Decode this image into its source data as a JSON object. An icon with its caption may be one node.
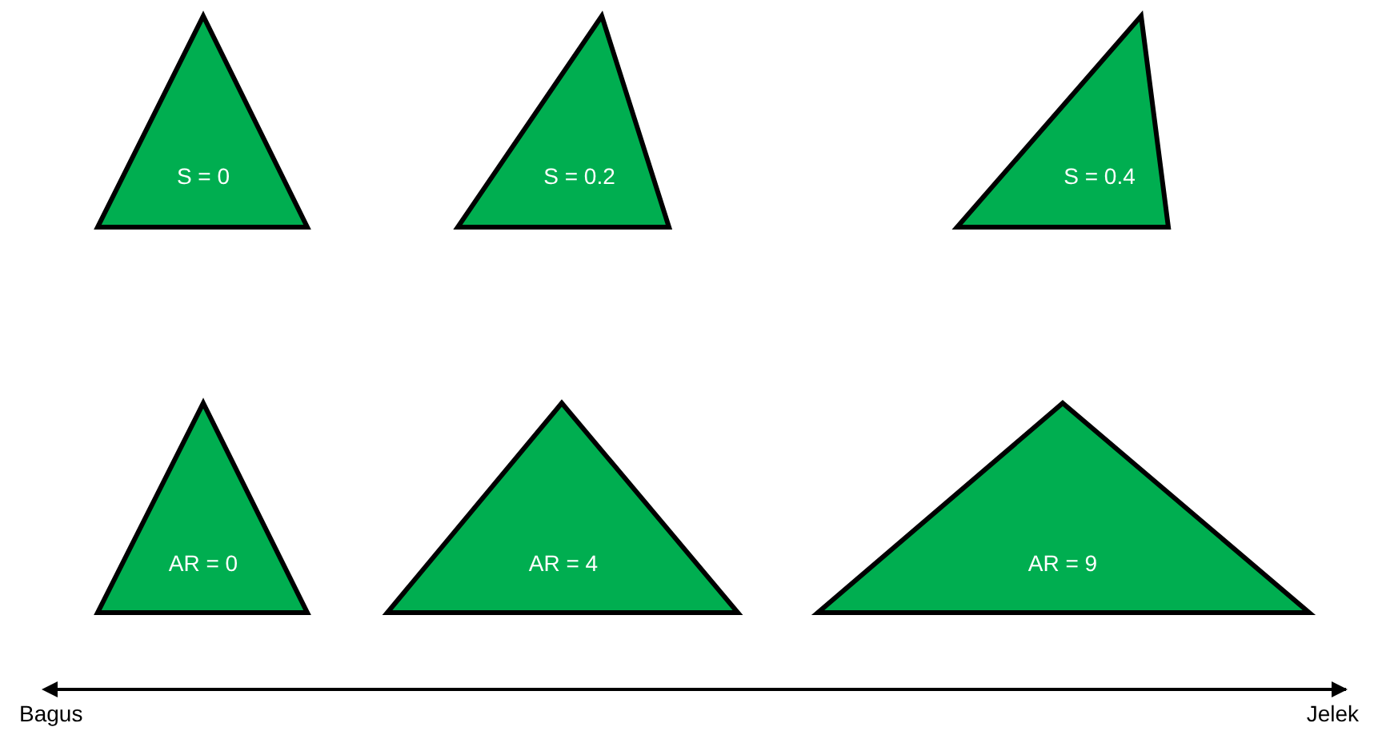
{
  "diagram": {
    "nodes": [
      {
        "text": [
          "S = 0"
        ]
      },
      {
        "text": [
          "S = 0.2"
        ]
      },
      {
        "text": [
          "S = 0.4"
        ]
      },
      {
        "text": [
          "AR = 0"
        ]
      },
      {
        "text": [
          "AR = 4"
        ]
      },
      {
        "text": [
          "AR = 9"
        ]
      }
    ],
    "labels": [
      "Bagus",
      "Jelek"
    ]
  }
}
